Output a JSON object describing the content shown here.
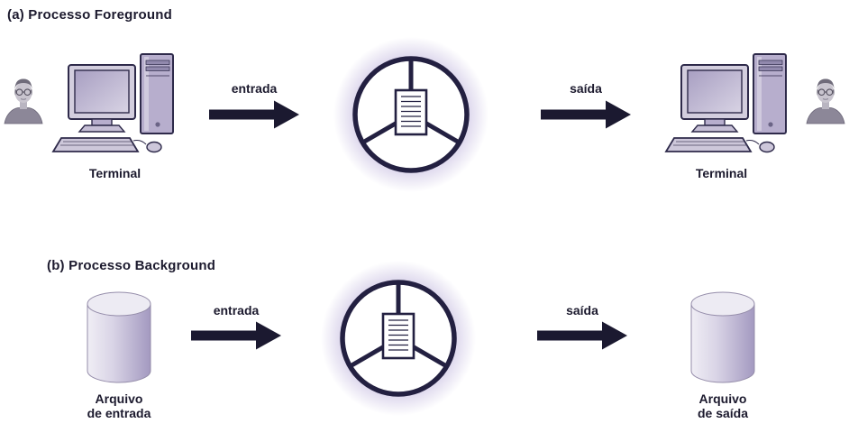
{
  "section_a": {
    "title": "(a) Processo Foreground",
    "terminal_left": "Terminal",
    "entrada": "entrada",
    "saida": "saída",
    "terminal_right": "Terminal"
  },
  "section_b": {
    "title": "(b) Processo Background",
    "arquivo_entrada": "Arquivo\nde entrada",
    "entrada": "entrada",
    "saida": "saída",
    "arquivo_saida": "Arquivo\nde saída"
  },
  "icons": {
    "person": "user-portrait-icon",
    "workstation": "terminal-computer-icon",
    "process": "process-circle-icon",
    "cylinder": "file-cylinder-icon",
    "arrow": "flow-arrow-icon"
  },
  "colors": {
    "ink": "#1c1a2e",
    "arrow": "#1b1930",
    "circle_stroke": "#232041",
    "lavender": "#b7aecd",
    "glow": "#b3a6d6"
  }
}
